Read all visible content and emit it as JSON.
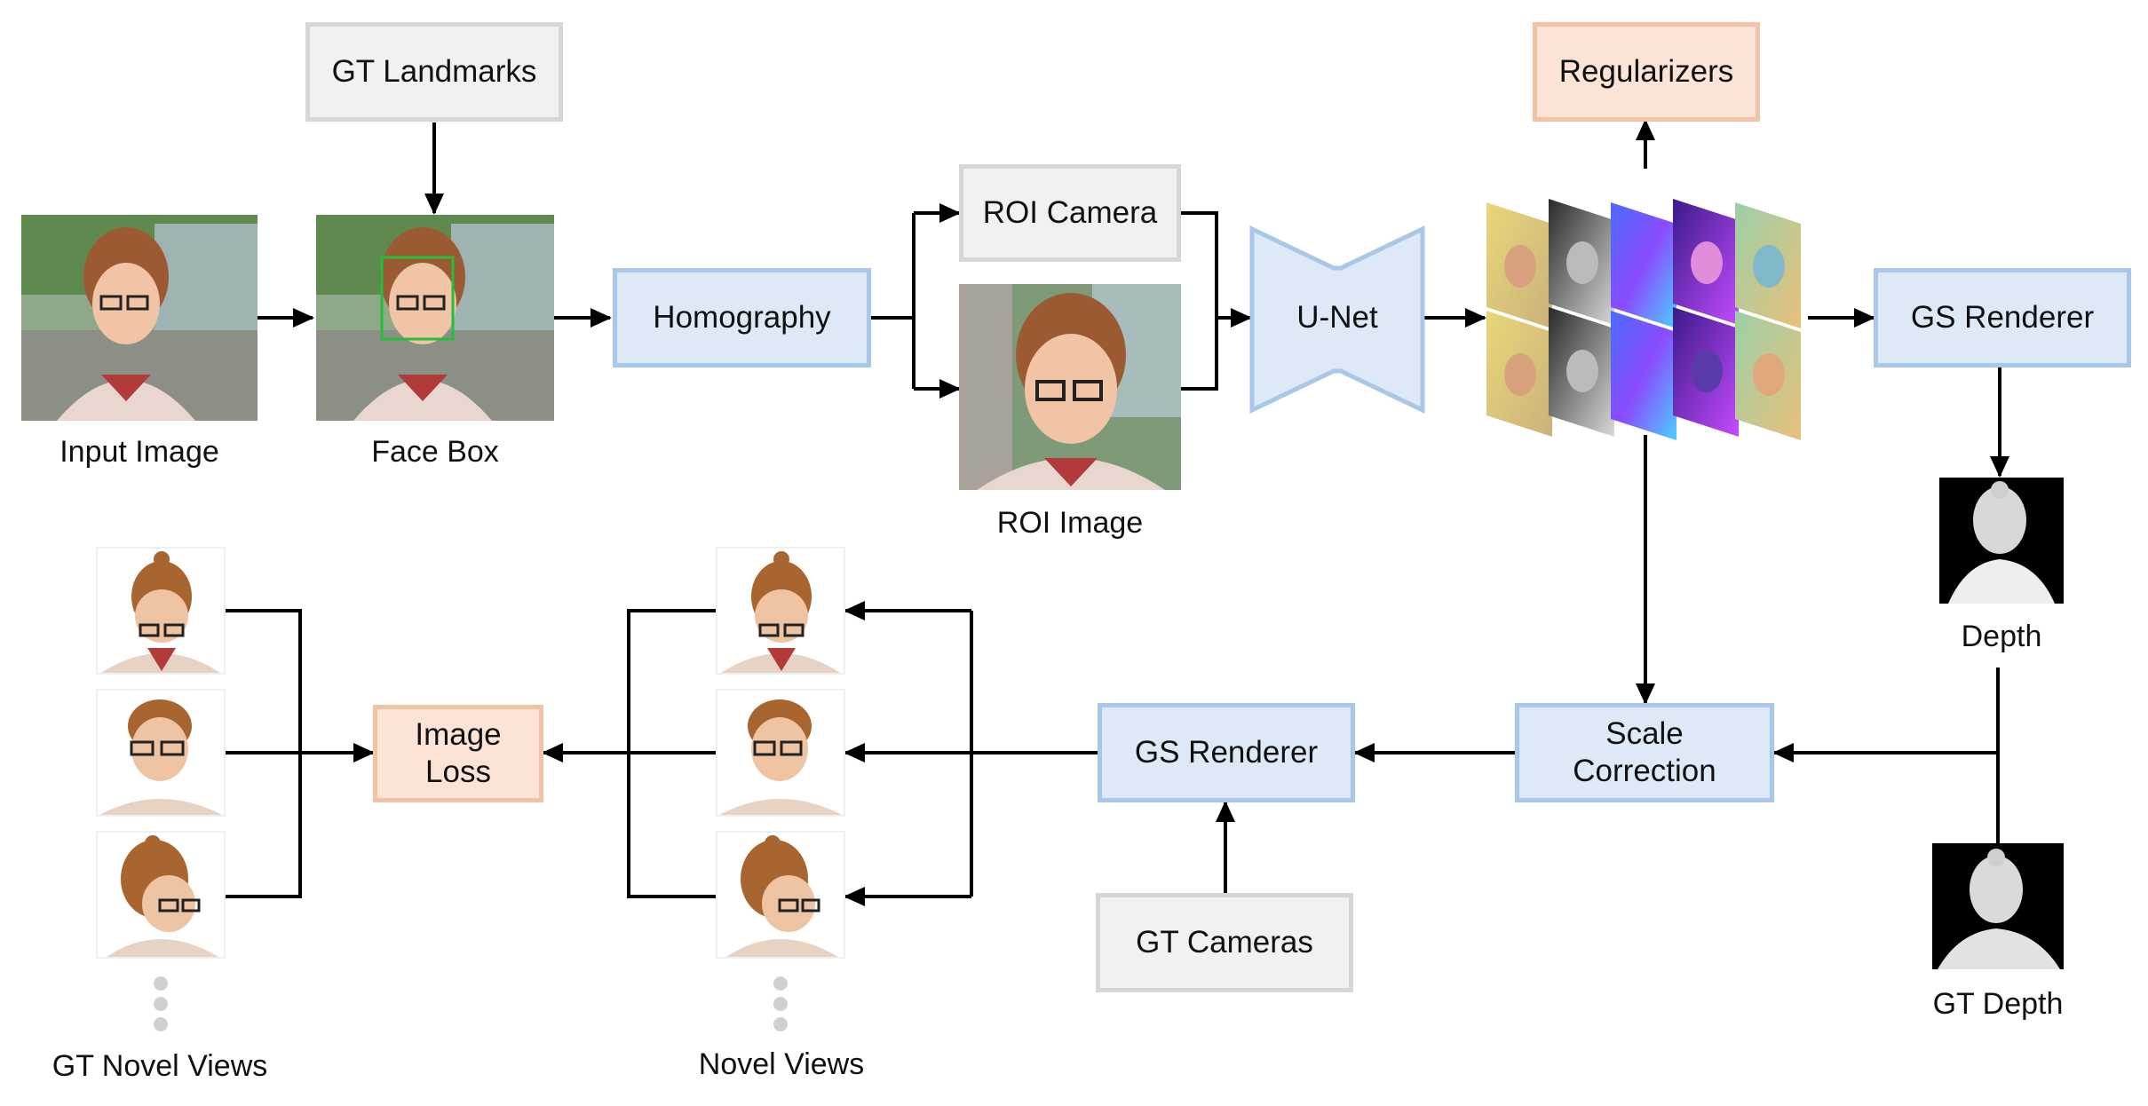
{
  "nodes": {
    "gt_landmarks": "GT Landmarks",
    "homography": "Homography",
    "roi_camera": "ROI Camera",
    "unet": "U-Net",
    "regularizers": "Regularizers",
    "gs_renderer_top": "GS Renderer",
    "scale_correction_1": "Scale",
    "scale_correction_2": "Correction",
    "gs_renderer_bottom": "GS Renderer",
    "gt_cameras": "GT Cameras",
    "image_loss_1": "Image",
    "image_loss_2": "Loss"
  },
  "captions": {
    "input_image": "Input Image",
    "face_box": "Face Box",
    "roi_image": "ROI Image",
    "depth": "Depth",
    "gt_depth": "GT Depth",
    "gt_novel_views": "GT Novel Views",
    "novel_views": "Novel Views"
  },
  "colors": {
    "gray_fill": "#f1f1f1",
    "gray_border": "#d6d6d6",
    "blue_fill": "#dde9f6",
    "blue_border": "#a9c8e9",
    "orange_fill": "#fbe3d6",
    "orange_border": "#f2c2a6",
    "face_box_outline": "#22c03a"
  }
}
